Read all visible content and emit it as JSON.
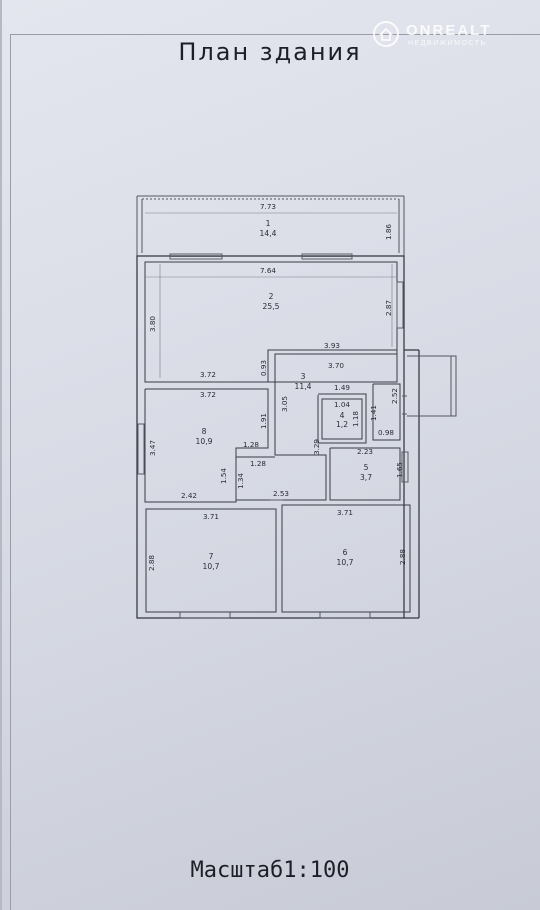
{
  "title": "План здания",
  "scale": "Масштаб1:100",
  "watermark": {
    "brand": "ONREALT",
    "sub": "НЕДВИЖИМОСТЬ"
  },
  "rooms": [
    {
      "num": "1",
      "area": "14,4"
    },
    {
      "num": "2",
      "area": "25,5"
    },
    {
      "num": "3",
      "area": "11,4"
    },
    {
      "num": "4",
      "area": "1,2"
    },
    {
      "num": "5",
      "area": "3,7"
    },
    {
      "num": "6",
      "area": "10,7"
    },
    {
      "num": "7",
      "area": "10,7"
    },
    {
      "num": "8",
      "area": "10,9"
    }
  ],
  "dims": {
    "d773": "7.73",
    "d186": "1.86",
    "d764": "7.64",
    "d380": "3.80",
    "d287": "2.87",
    "d393": "3.93",
    "d093": "0.93",
    "d372a": "3.72",
    "d370": "3.70",
    "d149": "1.49",
    "d252": "2.52",
    "d372b": "3.72",
    "d305": "3.05",
    "d104": "1.04",
    "d118": "1.18",
    "d141": "1.41",
    "d191": "1.91",
    "d098": "0.98",
    "d347": "3.47",
    "d128a": "1.28",
    "d329": "3.29",
    "d223": "2.23",
    "d128b": "1.28",
    "d154": "1.54",
    "d134": "1.34",
    "d165": "1.65",
    "d242": "2.42",
    "d253": "2.53",
    "d371a": "3.71",
    "d371b": "3.71",
    "d288a": "2.88",
    "d288b": "2.88"
  }
}
